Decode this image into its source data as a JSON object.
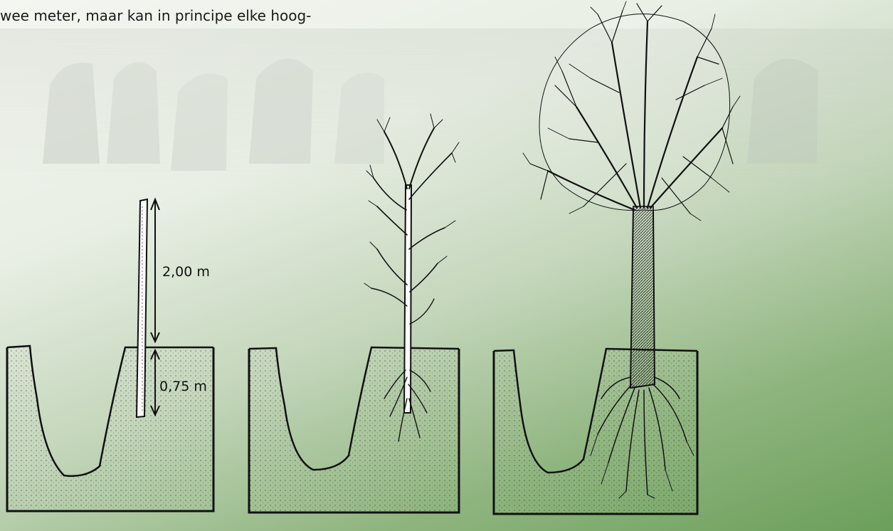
{
  "text": {
    "intro": "wee meter, maar kan in principe elke hoog-"
  },
  "labels": {
    "stake_height": "2,00 m",
    "stake_depth": "0,75 m"
  },
  "stages": [
    {
      "name": "stake-in-soil"
    },
    {
      "name": "young-tree"
    },
    {
      "name": "mature-tree"
    }
  ]
}
